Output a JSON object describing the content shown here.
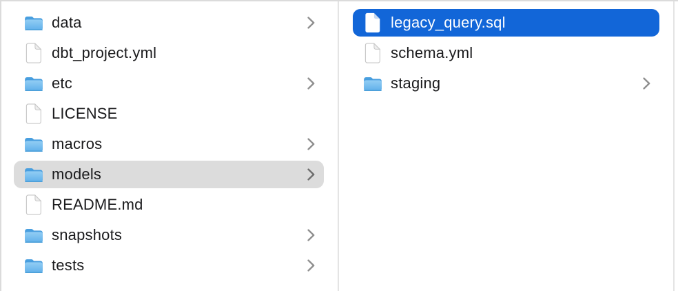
{
  "colors": {
    "selection_blue": "#1266d8",
    "selection_gray": "#dcdcdc",
    "divider": "#e4e4e4",
    "window_border": "#dbdbdb",
    "text": "#1b1b1d",
    "selected_text": "#ffffff",
    "chevron": "#8f8f8f",
    "chevron_on_gray": "#6d6d6d",
    "folder_blue_light": "#92cdf4",
    "folder_blue_dark": "#3890d6"
  },
  "icons": {
    "folder": "folder-icon",
    "document": "document-icon",
    "chevron": "chevron-right-icon"
  },
  "file_browser": {
    "view": "column-view",
    "columns": [
      {
        "name": "column-1",
        "items": [
          {
            "label": "data",
            "type": "folder",
            "selected": false,
            "chevron": true
          },
          {
            "label": "dbt_project.yml",
            "type": "file",
            "selected": false,
            "chevron": false
          },
          {
            "label": "etc",
            "type": "folder",
            "selected": false,
            "chevron": true
          },
          {
            "label": "LICENSE",
            "type": "file",
            "selected": false,
            "chevron": false
          },
          {
            "label": "macros",
            "type": "folder",
            "selected": false,
            "chevron": true
          },
          {
            "label": "models",
            "type": "folder",
            "selected": true,
            "selection_style": "inactive-gray",
            "chevron": true
          },
          {
            "label": "README.md",
            "type": "file",
            "selected": false,
            "chevron": false
          },
          {
            "label": "snapshots",
            "type": "folder",
            "selected": false,
            "chevron": true
          },
          {
            "label": "tests",
            "type": "folder",
            "selected": false,
            "chevron": true
          }
        ]
      },
      {
        "name": "column-2",
        "items": [
          {
            "label": "legacy_query.sql",
            "type": "file",
            "selected": true,
            "selection_style": "active-blue",
            "chevron": false
          },
          {
            "label": "schema.yml",
            "type": "file",
            "selected": false,
            "chevron": false
          },
          {
            "label": "staging",
            "type": "folder",
            "selected": false,
            "chevron": true
          }
        ]
      }
    ]
  }
}
